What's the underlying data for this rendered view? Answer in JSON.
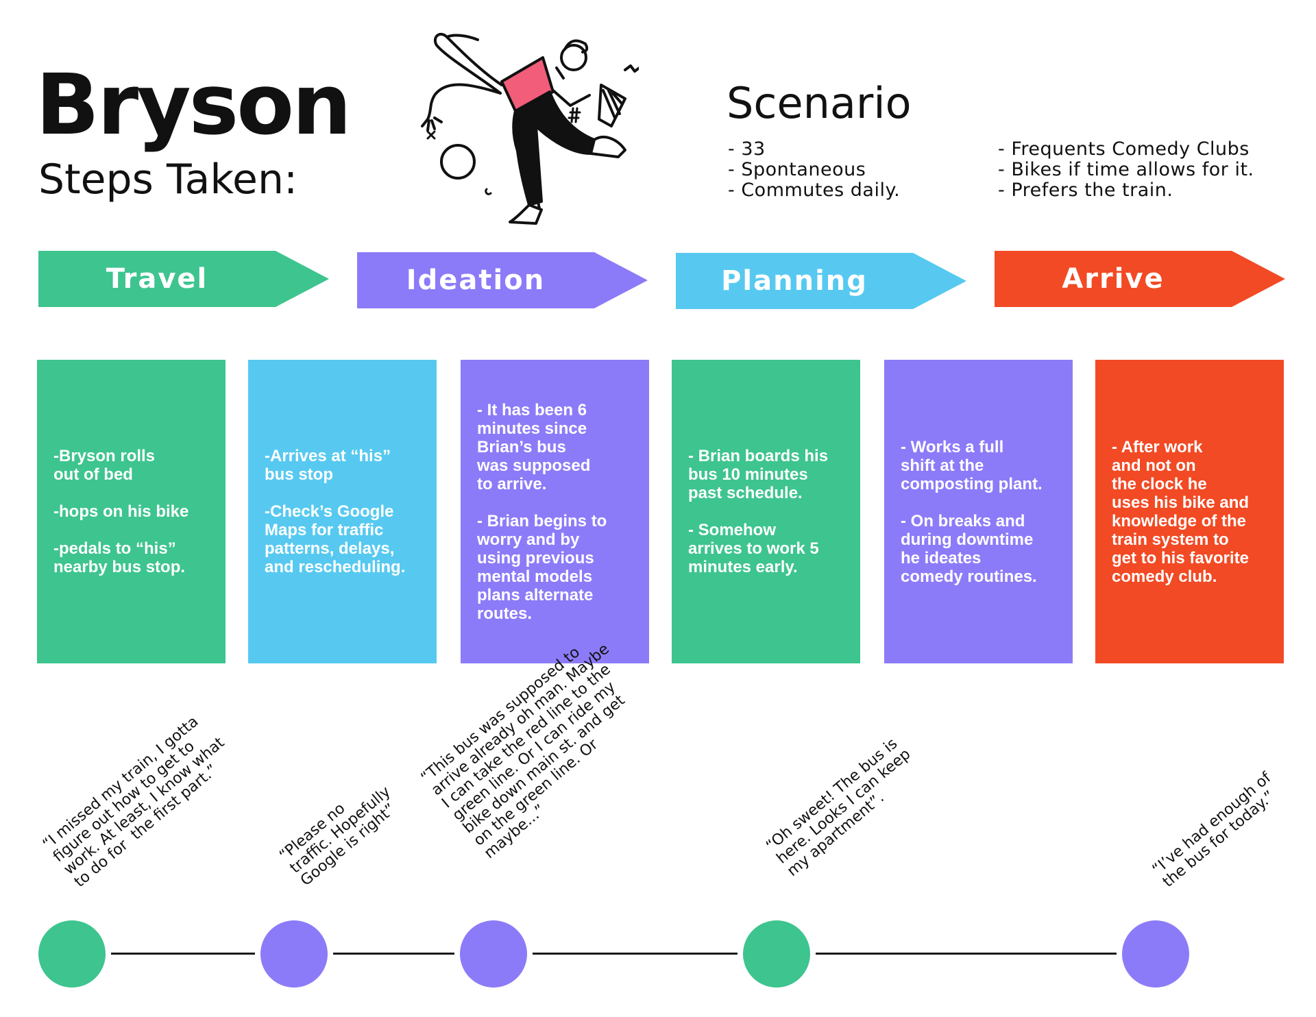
{
  "header": {
    "name": "Bryson",
    "subtitle": "Steps Taken:"
  },
  "scenario": {
    "title": "Scenario",
    "col1": [
      "- 33",
      "- Spontaneous",
      "- Commutes daily."
    ],
    "col2": [
      "- Frequents Comedy Clubs",
      "- Bikes if time allows for it.",
      "- Prefers the train."
    ]
  },
  "colors": {
    "green": "#3ec48f",
    "purple": "#8c7bf8",
    "blue": "#57c9f0",
    "red": "#f24a24"
  },
  "phases": [
    {
      "label": "Travel",
      "color": "#3ec48f"
    },
    {
      "label": "Ideation",
      "color": "#8c7bf8"
    },
    {
      "label": "Planning",
      "color": "#57c9f0"
    },
    {
      "label": "Arrive",
      "color": "#f24a24"
    }
  ],
  "cards": [
    {
      "color": "#3ec48f",
      "paragraphs": [
        "-Bryson rolls\nout of bed",
        "-hops on his bike",
        "-pedals to “his”\nnearby bus stop."
      ]
    },
    {
      "color": "#57c9f0",
      "paragraphs": [
        "-Arrives at “his”\nbus stop",
        "-Check’s Google\nMaps for traffic\npatterns, delays,\nand rescheduling."
      ]
    },
    {
      "color": "#8c7bf8",
      "paragraphs": [
        "- It has been 6\nminutes since\nBrian’s bus\nwas supposed\nto arrive.",
        "- Brian begins to\nworry and by\nusing previous\nmental models\nplans alternate\nroutes."
      ]
    },
    {
      "color": "#3ec48f",
      "paragraphs": [
        "- Brian boards his\nbus 10 minutes\npast schedule.",
        "- Somehow\narrives to work 5\nminutes early."
      ]
    },
    {
      "color": "#8c7bf8",
      "paragraphs": [
        "- Works a full\nshift at the\ncomposting plant.",
        "- On breaks and\nduring downtime\nhe ideates\ncomedy routines."
      ]
    },
    {
      "color": "#f24a24",
      "paragraphs": [
        "- After work\nand not on\nthe clock he\nuses his bike and\nknowledge of the\ntrain system to\nget to his favorite\ncomedy club."
      ]
    }
  ],
  "timeline": [
    {
      "color": "#3ec48f",
      "quote": "“I missed my train, I gotta\nfigure out how to get to\nwork. At least, I know what\nto do for  the first part.”"
    },
    {
      "color": "#8c7bf8",
      "quote": "“Please no\ntraffic. Hopefully\nGoogle is right”"
    },
    {
      "color": "#8c7bf8",
      "quote": "“This bus was supposed to\narrive already oh man. Maybe\nI can take the red line to the\ngreen line. Or I can ride my\nbike down main st. and get\non the green line. Or\nmaybe...”"
    },
    {
      "color": "#3ec48f",
      "quote": "“Oh sweet! The bus is\nhere. Looks I can keep\nmy apartment”."
    },
    {
      "color": "#8c7bf8",
      "quote": "“I’ve had enough of\nthe bus for today.”"
    }
  ]
}
